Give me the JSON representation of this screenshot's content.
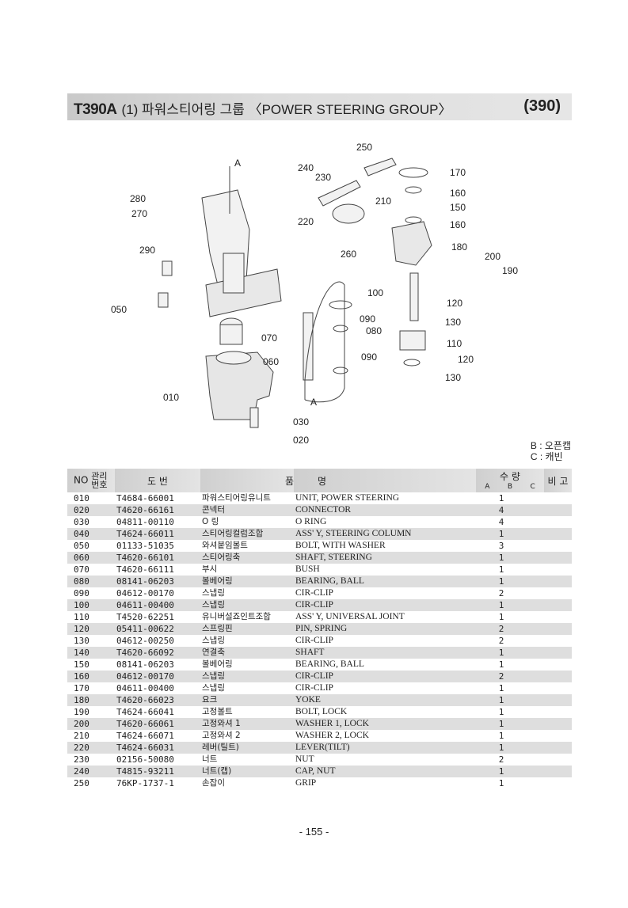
{
  "header": {
    "model": "T390A",
    "title": "(1) 파워스티어링 그룹 〈POWER STEERING GROUP〉",
    "page_code": "(390)"
  },
  "diagram": {
    "callouts": [
      "250",
      "240",
      "230",
      "170",
      "160",
      "150",
      "210",
      "160",
      "220",
      "280",
      "270",
      "180",
      "200",
      "190",
      "290",
      "260",
      "120",
      "100",
      "050",
      "130",
      "090",
      "080",
      "070",
      "110",
      "060",
      "090",
      "120",
      "130",
      "010",
      "030",
      "020"
    ],
    "arrow_labels": [
      "A",
      "A"
    ]
  },
  "legend": {
    "b": "B : 오픈캡",
    "c": "C : 캐빈"
  },
  "table": {
    "headers": {
      "no": "NO",
      "mgmt_top": "관리",
      "mgmt_bottom": "번호",
      "part_no": "도      번",
      "name_kr": "품",
      "name_en": "명",
      "qty": "수      량",
      "qty_a": "A",
      "qty_b": "B",
      "qty_c": "C",
      "remarks": "비 고"
    },
    "rows": [
      {
        "no": "010",
        "pn": "T4684-66001",
        "kr": "파워스티어링유니트",
        "en": "UNIT, POWER STEERING",
        "b": "1"
      },
      {
        "no": "020",
        "pn": "T4620-66161",
        "kr": "콘넥터",
        "en": "CONNECTOR",
        "b": "4"
      },
      {
        "no": "030",
        "pn": "04811-00110",
        "kr": "O 링",
        "en": "O RING",
        "b": "4"
      },
      {
        "no": "040",
        "pn": "T4624-66011",
        "kr": "스티어링컬럼조합",
        "en": "ASS' Y, STEERING COLUMN",
        "b": "1"
      },
      {
        "no": "050",
        "pn": "01133-51035",
        "kr": "와셔붙임볼트",
        "en": "BOLT, WITH WASHER",
        "b": "3"
      },
      {
        "no": "060",
        "pn": "T4620-66101",
        "kr": "스티어링축",
        "en": "SHAFT, STEERING",
        "b": "1"
      },
      {
        "no": "070",
        "pn": "T4620-66111",
        "kr": "부시",
        "en": "BUSH",
        "b": "1"
      },
      {
        "no": "080",
        "pn": "08141-06203",
        "kr": "볼베어링",
        "en": "BEARING, BALL",
        "b": "1"
      },
      {
        "no": "090",
        "pn": "04612-00170",
        "kr": "스냅링",
        "en": "CIR-CLIP",
        "b": "2"
      },
      {
        "no": "100",
        "pn": "04611-00400",
        "kr": "스냅링",
        "en": "CIR-CLIP",
        "b": "1"
      },
      {
        "no": "110",
        "pn": "T4520-62251",
        "kr": "유니버설죠인트조합",
        "en": "ASS' Y, UNIVERSAL JOINT",
        "b": "1"
      },
      {
        "no": "120",
        "pn": "05411-00622",
        "kr": "스프링핀",
        "en": "PIN, SPRING",
        "b": "2"
      },
      {
        "no": "130",
        "pn": "04612-00250",
        "kr": "스냅링",
        "en": "CIR-CLIP",
        "b": "2"
      },
      {
        "no": "140",
        "pn": "T4620-66092",
        "kr": "연결축",
        "en": "SHAFT",
        "b": "1"
      },
      {
        "no": "150",
        "pn": "08141-06203",
        "kr": "볼베어링",
        "en": "BEARING, BALL",
        "b": "1"
      },
      {
        "no": "160",
        "pn": "04612-00170",
        "kr": "스냅링",
        "en": "CIR-CLIP",
        "b": "2"
      },
      {
        "no": "170",
        "pn": "04611-00400",
        "kr": "스냅링",
        "en": "CIR-CLIP",
        "b": "1"
      },
      {
        "no": "180",
        "pn": "T4620-66023",
        "kr": "요크",
        "en": "YOKE",
        "b": "1"
      },
      {
        "no": "190",
        "pn": "T4624-66041",
        "kr": "고정볼트",
        "en": "BOLT, LOCK",
        "b": "1"
      },
      {
        "no": "200",
        "pn": "T4620-66061",
        "kr": "고정와셔 1",
        "en": "WASHER 1, LOCK",
        "b": "1"
      },
      {
        "no": "210",
        "pn": "T4624-66071",
        "kr": "고정와셔 2",
        "en": "WASHER 2, LOCK",
        "b": "1"
      },
      {
        "no": "220",
        "pn": "T4624-66031",
        "kr": "레버(틸트)",
        "en": "LEVER(TILT)",
        "b": "1"
      },
      {
        "no": "230",
        "pn": "02156-50080",
        "kr": "너트",
        "en": "NUT",
        "b": "2"
      },
      {
        "no": "240",
        "pn": "T4815-93211",
        "kr": "너트(캡)",
        "en": "CAP, NUT",
        "b": "1"
      },
      {
        "no": "250",
        "pn": "76KP-1737-1",
        "kr": "손잡이",
        "en": "GRIP",
        "b": "1"
      }
    ]
  },
  "footer": {
    "page_number": "- 155 -"
  }
}
